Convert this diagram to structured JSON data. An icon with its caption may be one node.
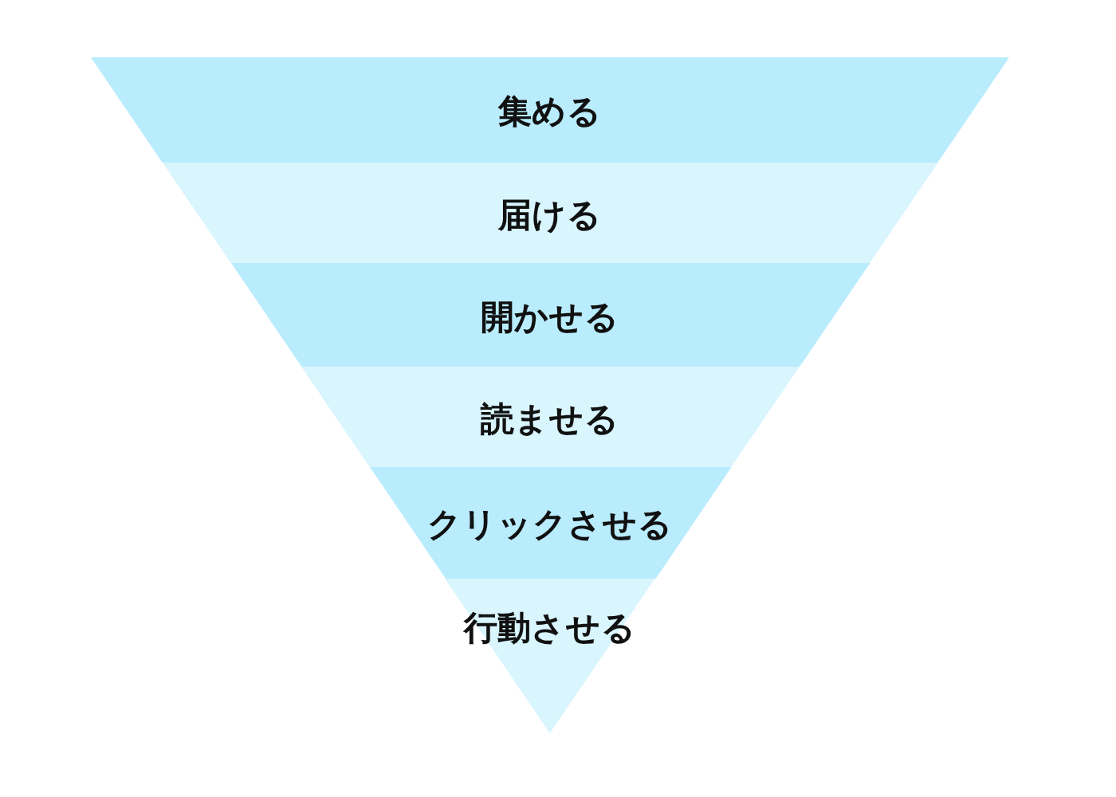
{
  "diagram": {
    "nodes": [
      {
        "text": [
          "集める"
        ]
      },
      {
        "text": [
          "届ける"
        ]
      },
      {
        "text": [
          "開かせる"
        ]
      },
      {
        "text": [
          "読ませる"
        ]
      },
      {
        "text": [
          "クリックさせる"
        ]
      },
      {
        "text": [
          "行動させる"
        ]
      }
    ]
  }
}
